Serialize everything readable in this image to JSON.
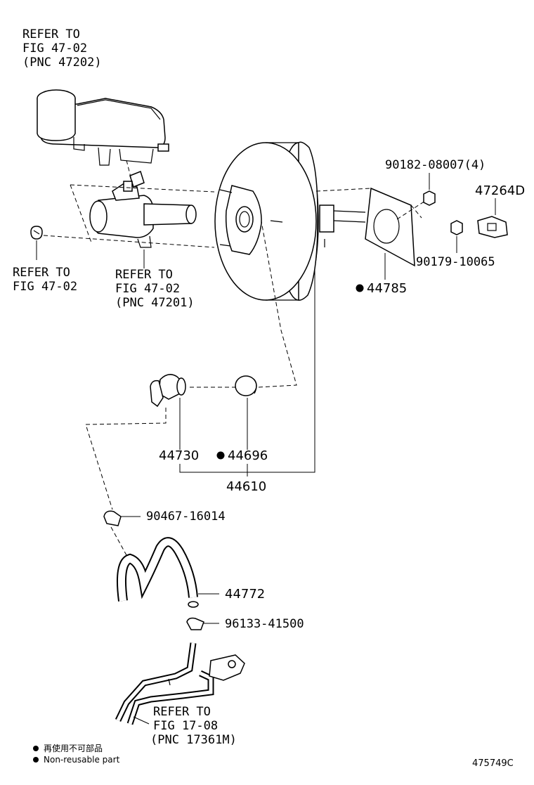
{
  "refs": {
    "reservoir": [
      "REFER TO",
      "FIG 47-02",
      "(PNC 47202)"
    ],
    "grommet": [
      "REFER TO",
      "FIG 47-02"
    ],
    "master": [
      "REFER TO",
      "FIG 47-02",
      "(PNC 47201)"
    ],
    "tube": [
      "REFER TO",
      "FIG 17-08",
      "(PNC 17361M)"
    ]
  },
  "parts": {
    "nut_a": "90182-08007(4)",
    "bracket": "47264D",
    "nut_b": "90179-10065",
    "gasket": "44785",
    "check_valve": "44730",
    "grommet": "44696",
    "booster_assy": "44610",
    "clip": "90467-16014",
    "hose": "44772",
    "clamp": "96133-41500"
  },
  "legend": {
    "jp": "再使用不可部品",
    "en": "Non-reusable part"
  },
  "figure_id": "475749C"
}
